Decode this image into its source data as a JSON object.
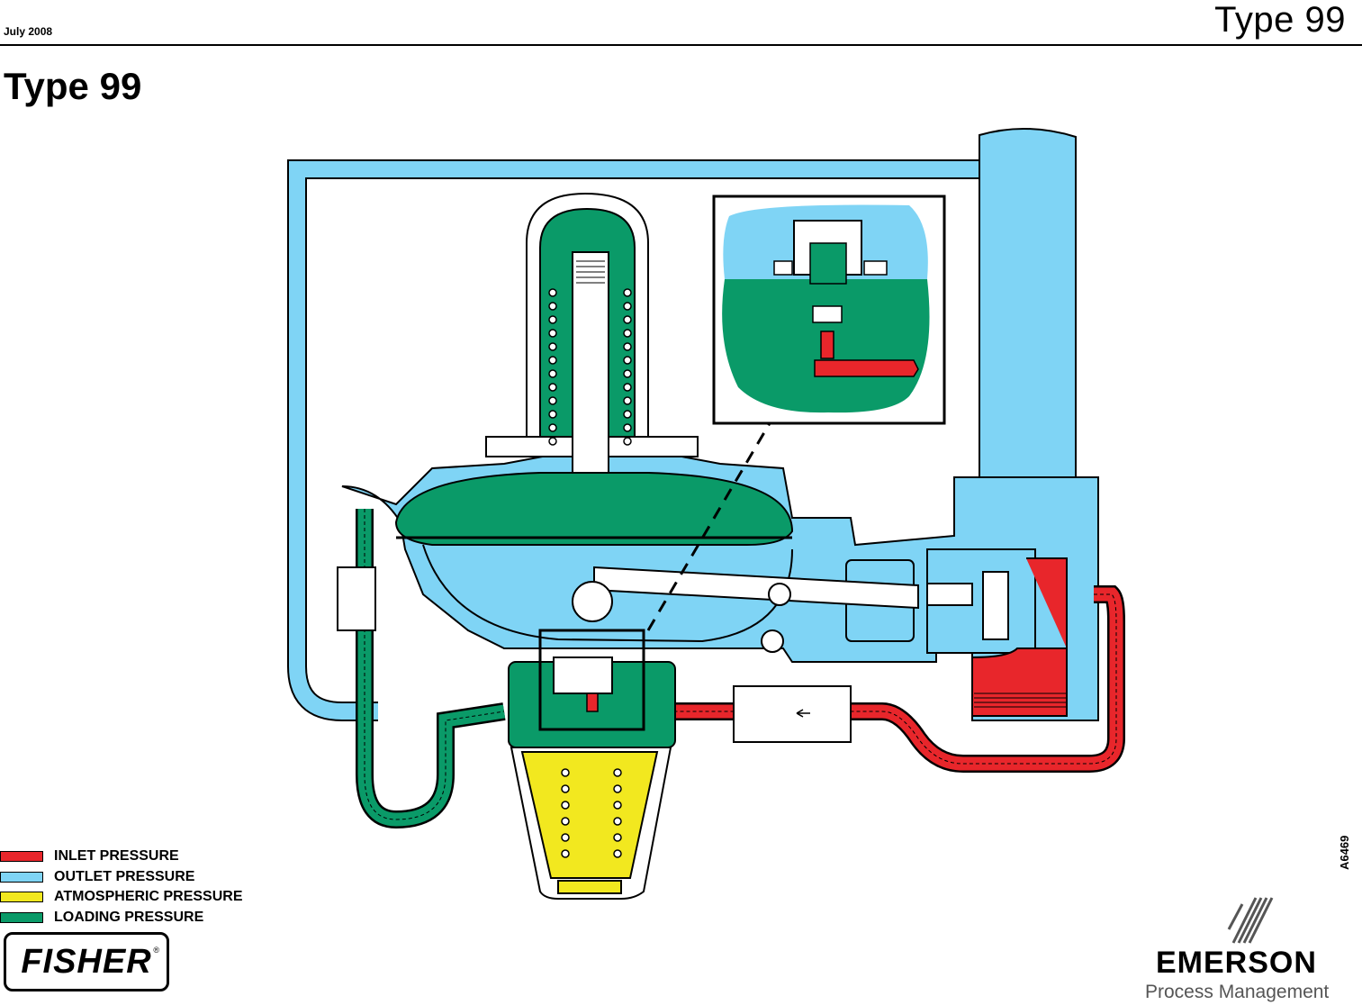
{
  "header": {
    "date": "July 2008",
    "type_label": "Type 99"
  },
  "title": "Type 99",
  "colors": {
    "inlet": "#e8262b",
    "outlet": "#7fd4f5",
    "atmospheric": "#f2e81f",
    "loading": "#0a9a68"
  },
  "legend": [
    {
      "label": "INLET PRESSURE",
      "color": "#e8262b"
    },
    {
      "label": "OUTLET PRESSURE",
      "color": "#7fd4f5"
    },
    {
      "label": "ATMOSPHERIC PRESSURE",
      "color": "#f2e81f"
    },
    {
      "label": "LOADING PRESSURE",
      "color": "#0a9a68"
    }
  ],
  "drawing_code": "A6469",
  "brand": {
    "fisher": "FISHER",
    "registered": "®",
    "emerson": "EMERSON",
    "emerson_tm": ".",
    "division": "Process Management"
  }
}
